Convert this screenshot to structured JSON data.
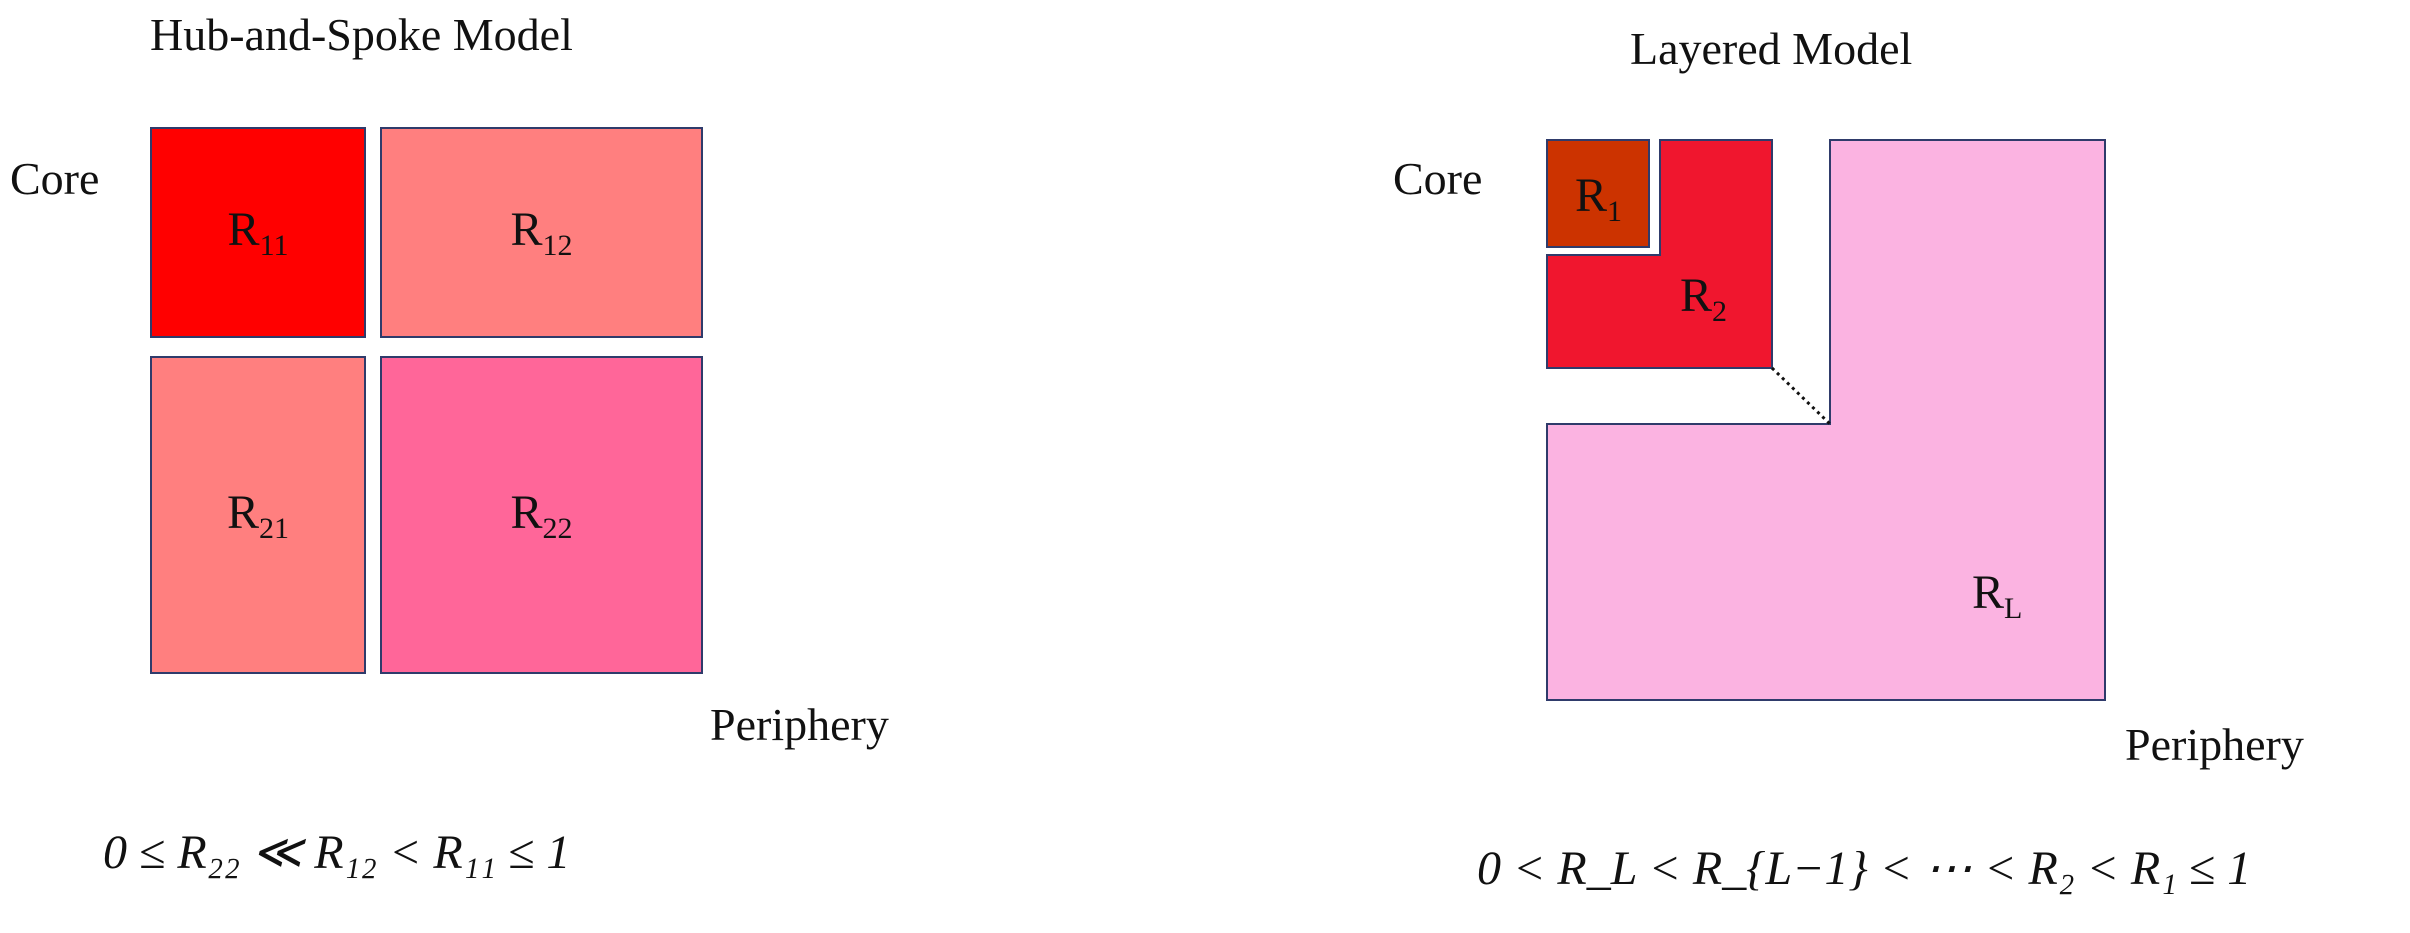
{
  "hub_spoke": {
    "title": "Hub-and-Spoke Model",
    "core_label": "Core",
    "periphery_label": "Periphery",
    "cells": [
      {
        "label": "R",
        "sub": "11",
        "color": "#ff0000"
      },
      {
        "label": "R",
        "sub": "12",
        "color": "#ff7f7f"
      },
      {
        "label": "R",
        "sub": "21",
        "color": "#ff7f7f"
      },
      {
        "label": "R",
        "sub": "22",
        "color": "#ff6699"
      }
    ],
    "inequality": "0 ≤ R₂₂ ≪ R₁₂ < R₁₁ ≤ 1"
  },
  "layered": {
    "title": "Layered Model",
    "core_label": "Core",
    "periphery_label": "Periphery",
    "layers": [
      {
        "label": "R",
        "sub": "1",
        "color": "#cc3300"
      },
      {
        "label": "R",
        "sub": "2",
        "color": "#f0162e"
      },
      {
        "label": "R",
        "sub": "L",
        "color": "#fbb3e1"
      }
    ],
    "inequality": "0 < R_L < R_{L−1} < ⋯ < R₂ < R₁ ≤ 1"
  },
  "colors": {
    "border": "#2f3b6b"
  }
}
